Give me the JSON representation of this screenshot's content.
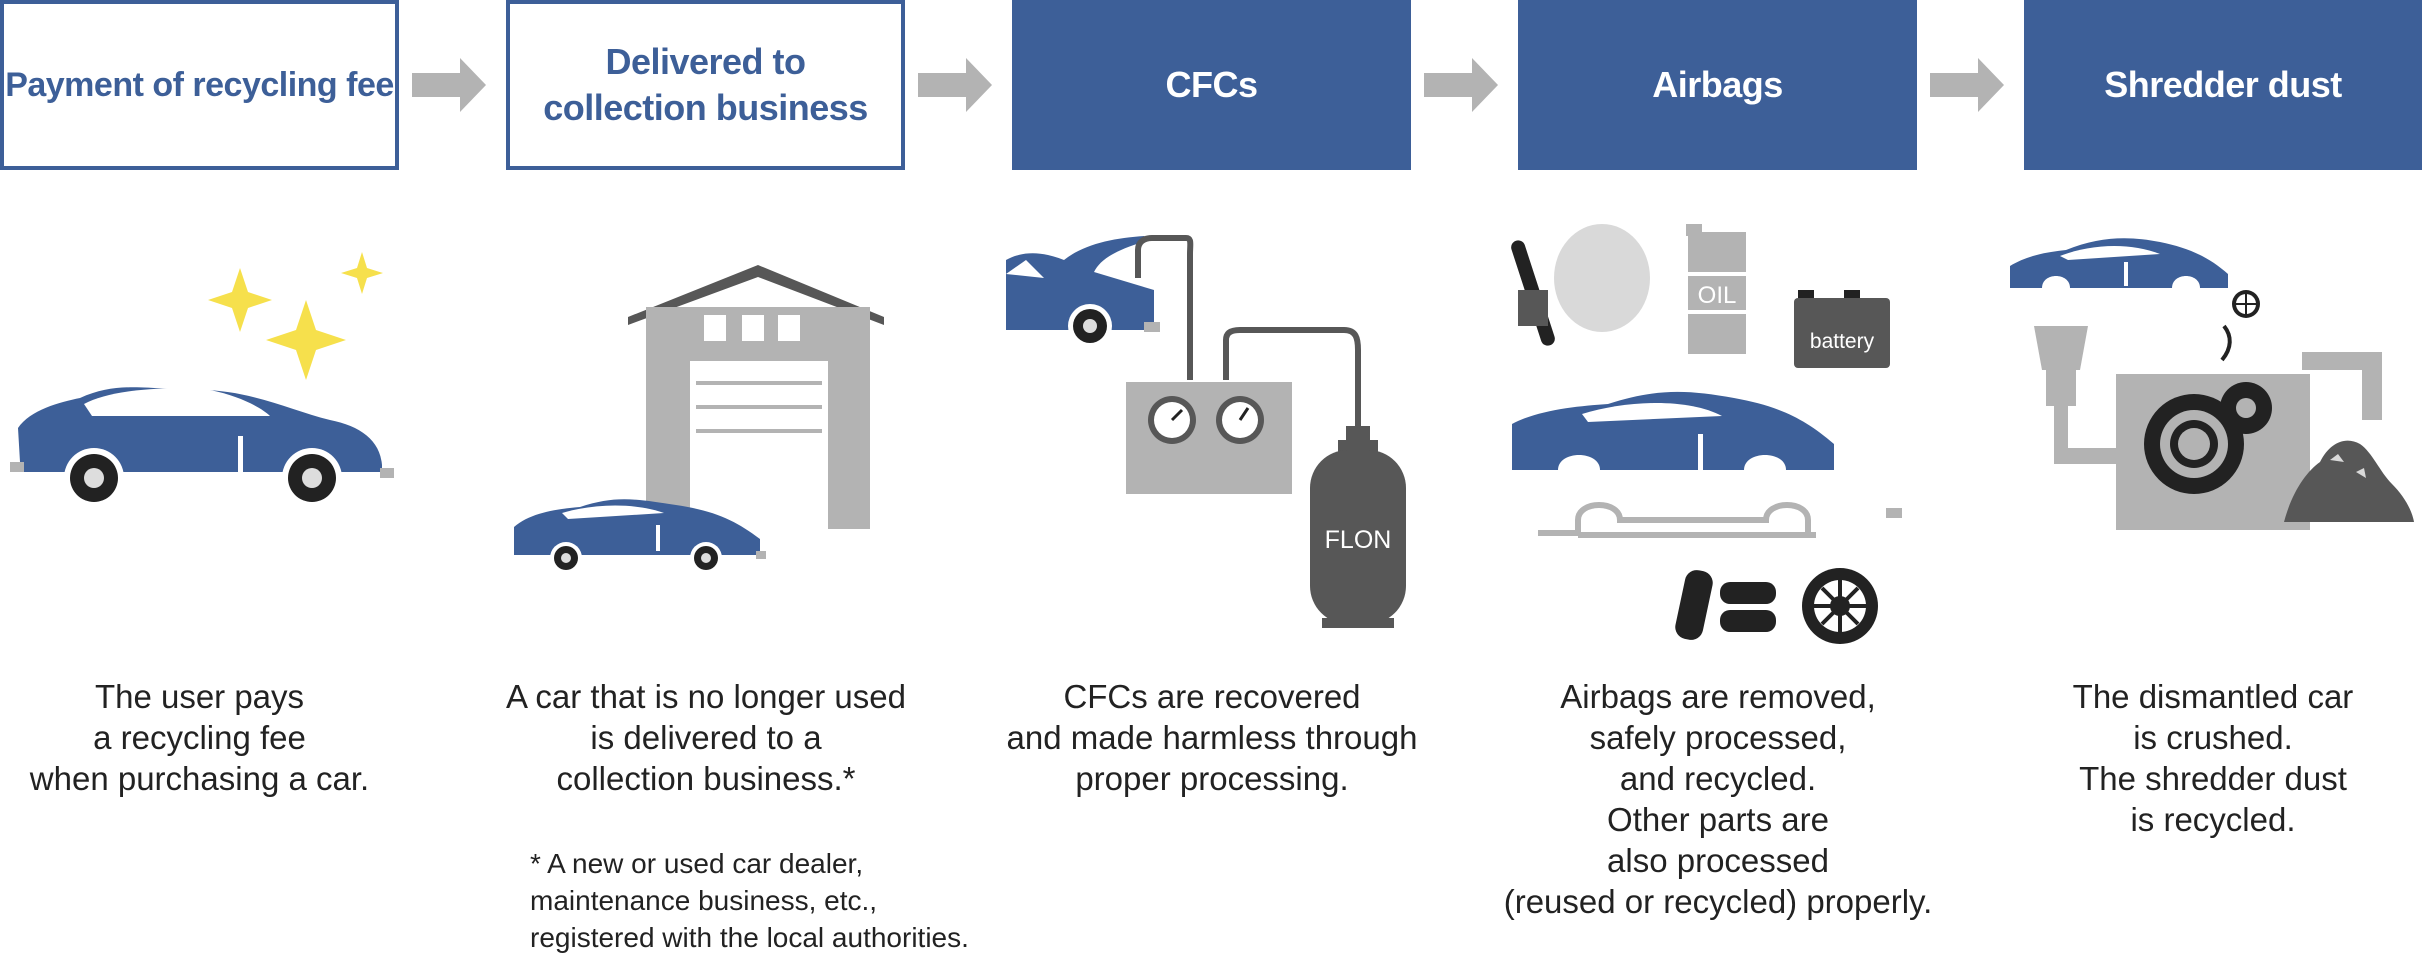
{
  "steps": [
    {
      "title": "Payment of recycling fee",
      "description": "The user pays\na recycling fee\nwhen purchasing a car."
    },
    {
      "title": "Delivered to\ncollection business",
      "description": "A car that is no longer used\nis delivered to a\ncollection business.*"
    },
    {
      "title": "CFCs",
      "description": "CFCs are recovered\nand made harmless through\nproper processing."
    },
    {
      "title": "Airbags",
      "description": "Airbags are removed,\nsafely processed,\nand recycled.\nOther parts are\nalso processed\n(reused or recycled) properly."
    },
    {
      "title": "Shredder dust",
      "description": "The dismantled car\nis crushed.\nThe shredder dust\nis recycled."
    }
  ],
  "footnote": "* A new or used car dealer,\n  maintenance business, etc.,\n  registered with the local authorities.",
  "labels": {
    "oil": "OIL",
    "battery": "battery",
    "flon": "FLON"
  },
  "colors": {
    "primary": "#3d5f98",
    "gray": "#b3b3b3",
    "dark": "#575757",
    "sparkle": "#f6e04c"
  }
}
